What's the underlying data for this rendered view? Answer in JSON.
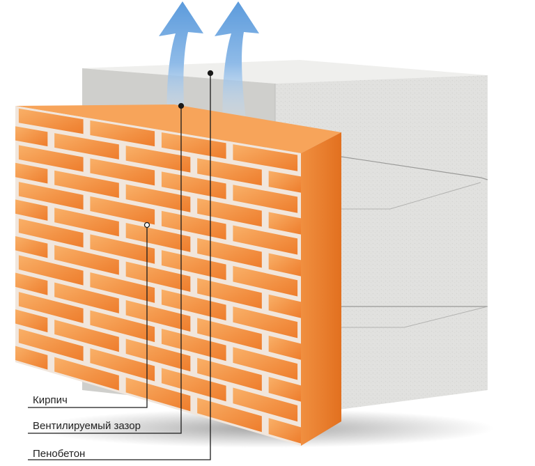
{
  "labels": {
    "brick": "Кирпич",
    "air_gap": "Вентилируемый зазор",
    "foam_concrete": "Пенобетон"
  },
  "colors": {
    "brick_light": "#f7a55a",
    "brick_dark": "#ee7c2b",
    "mortar": "#f4ece4",
    "block_face": "#e6e6e4",
    "block_side": "#d7d7d5",
    "block_top": "#f0f0ee",
    "arrow": "#6ea6df",
    "leader_line": "#1a1a1a"
  }
}
